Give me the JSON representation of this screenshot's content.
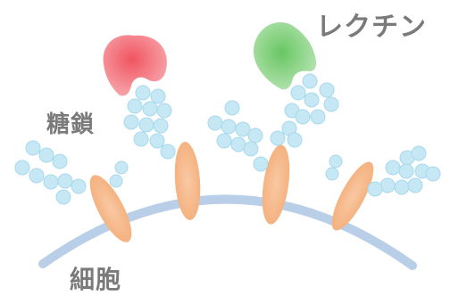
{
  "labels": {
    "lectin": "レクチン",
    "sugar_chain": "糖鎖",
    "cell": "細胞"
  },
  "colors": {
    "lectin_red": "#f06a74",
    "lectin_green": "#7ed07a",
    "membrane": "#b9cfe8",
    "membrane_protein": "#f6b98a",
    "sugar_bead": "#c6e8f5",
    "label_text": "#7a7a7a"
  }
}
